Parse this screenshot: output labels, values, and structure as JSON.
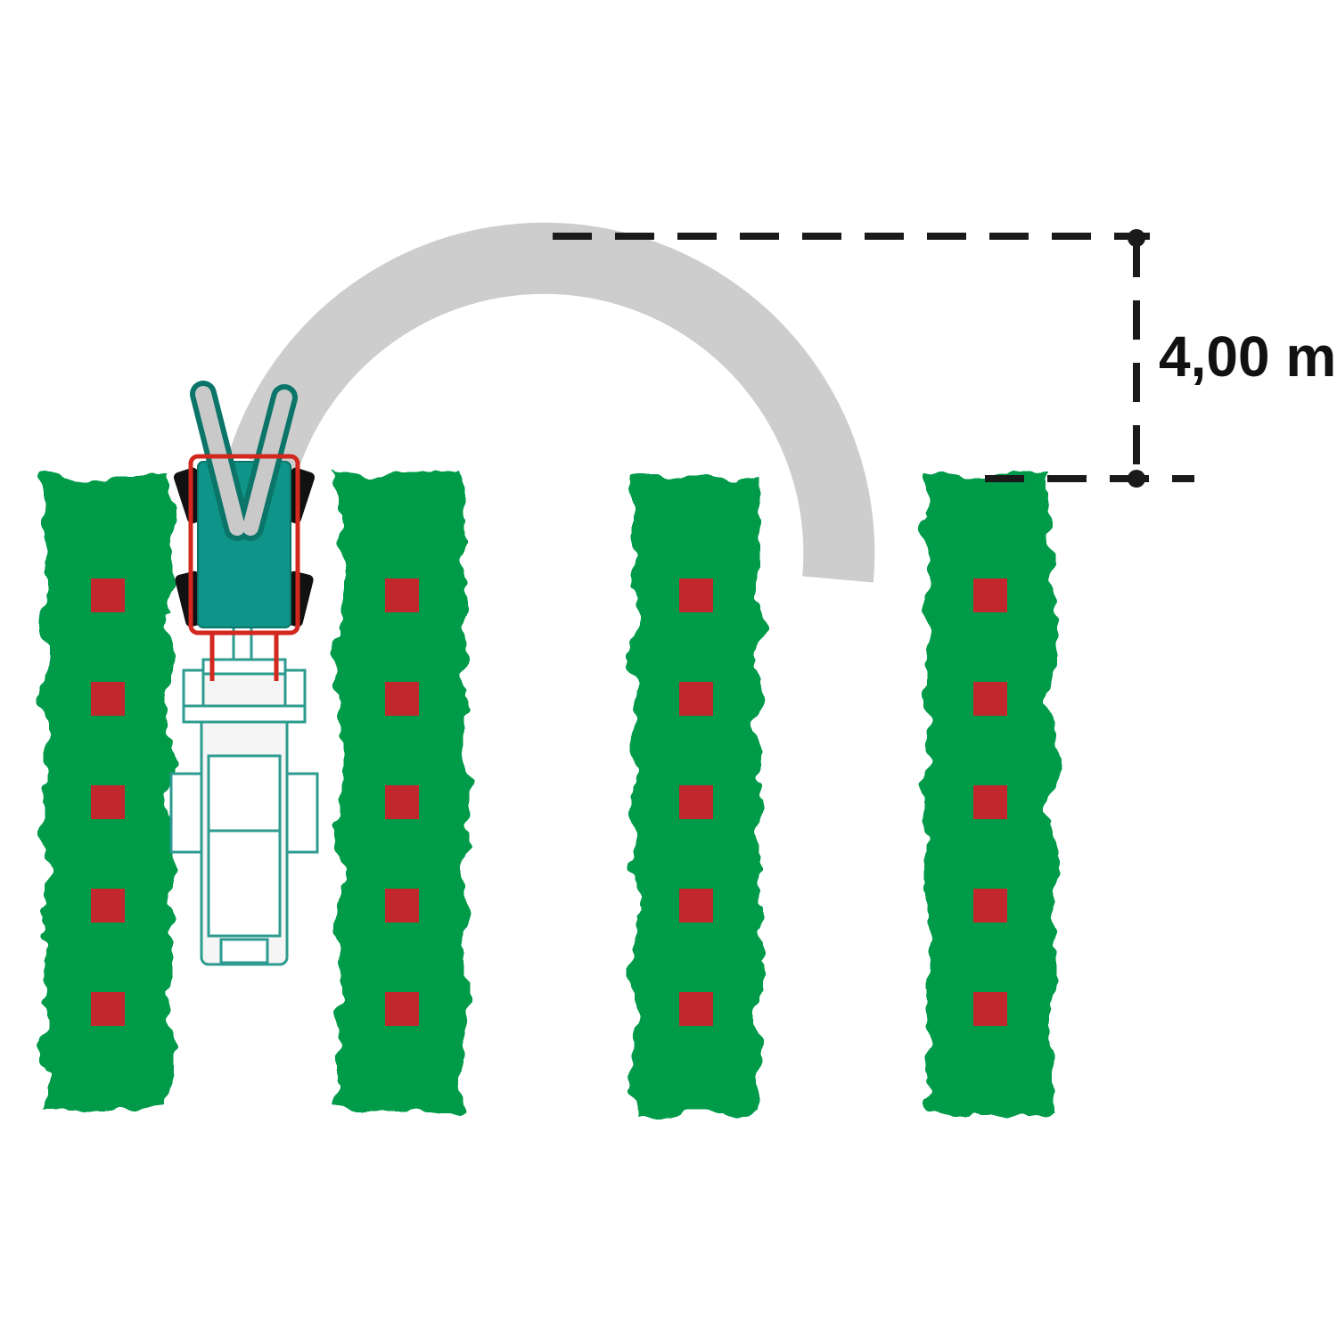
{
  "diagram": {
    "type": "headland-turn-top-view",
    "measurement": {
      "label": "4,00 m"
    },
    "rows": {
      "count": 4,
      "fruit_markers_per_row": 5
    },
    "colors": {
      "background": "#FFFFFF",
      "row-green": "#009B48",
      "fruit-red": "#C1272D",
      "arc-gray": "#CDCDCD",
      "machine-teal": "#0E9488",
      "machine-teal-dark": "#0A7568",
      "outline-red": "#D2281E",
      "wheel-black": "#111111",
      "tractor-line": "#2D9B8F",
      "dash-black": "#1A1A1A",
      "arm-gray": "#C9C9C9"
    }
  }
}
